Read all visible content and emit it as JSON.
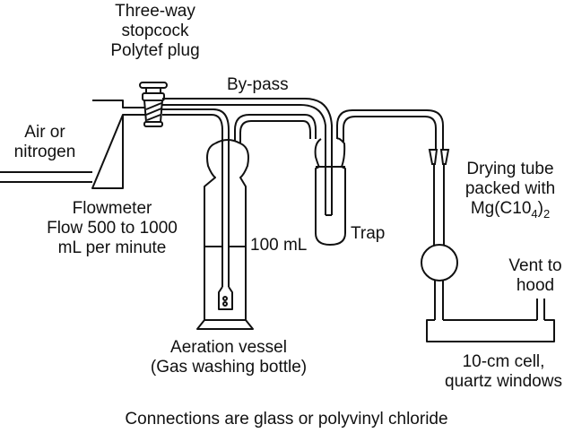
{
  "labels": {
    "stopcock_line1": "Three-way",
    "stopcock_line2": "stopcock",
    "stopcock_line3": "Polytef plug",
    "bypass": "By-pass",
    "inlet_line1": "Air or",
    "inlet_line2": "nitrogen",
    "flowmeter_line1": "Flowmeter",
    "flowmeter_line2": "Flow 500 to 1000",
    "flowmeter_line3": "mL per minute",
    "volume": "100 mL",
    "trap": "Trap",
    "drying_line1": "Drying tube",
    "drying_line2": "packed with",
    "drying_formula": "Mg(C10",
    "drying_sub1": "4",
    "drying_paren": ")",
    "drying_sub2": "2",
    "vent_line1": "Vent to",
    "vent_line2": "hood",
    "vessel_line1": "Aeration vessel",
    "vessel_line2": "(Gas washing bottle)",
    "cell_line1": "10-cm cell,",
    "cell_line2": "quartz windows",
    "caption": "Connections are glass or polyvinyl chloride"
  }
}
